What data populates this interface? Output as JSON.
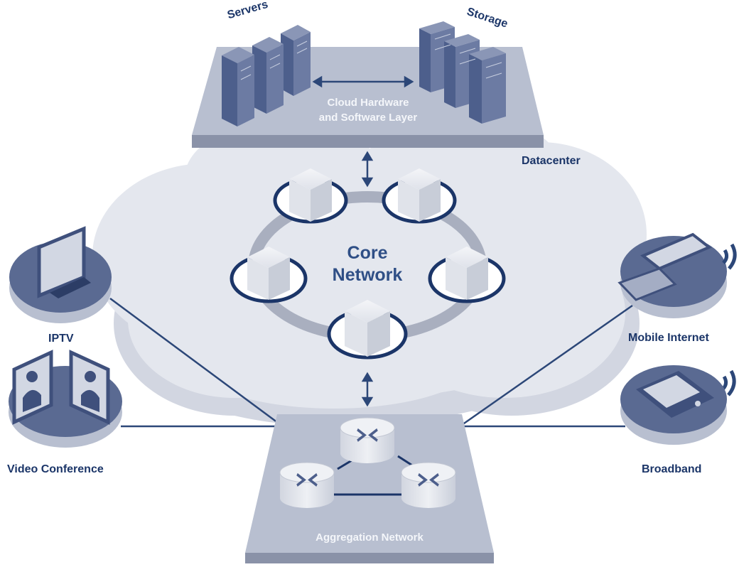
{
  "labels": {
    "servers": "Servers",
    "storage": "Storage",
    "cloud_layer_line1": "Cloud Hardware",
    "cloud_layer_line2": "and Software Layer",
    "datacenter": "Datacenter",
    "core_line1": "Core",
    "core_line2": "Network",
    "iptv": "IPTV",
    "video_conference": "Video Conference",
    "mobile_internet": "Mobile Internet",
    "broadband": "Broadband",
    "aggregation_network": "Aggregation Network"
  },
  "colors": {
    "cloud": "#e3e6ee",
    "platform": "#b5bcce",
    "platform_side": "#8c94ab",
    "navy": "#1b3568",
    "device": "#4d5f8c",
    "ring": "#a7adbd",
    "router": "#dfe2e9"
  },
  "icons": [
    "server-icon",
    "storage-icon",
    "core-node-icon",
    "router-icon",
    "tv-icon",
    "video-conference-icon",
    "laptop-icon",
    "tablet-icon",
    "wifi-icon"
  ]
}
